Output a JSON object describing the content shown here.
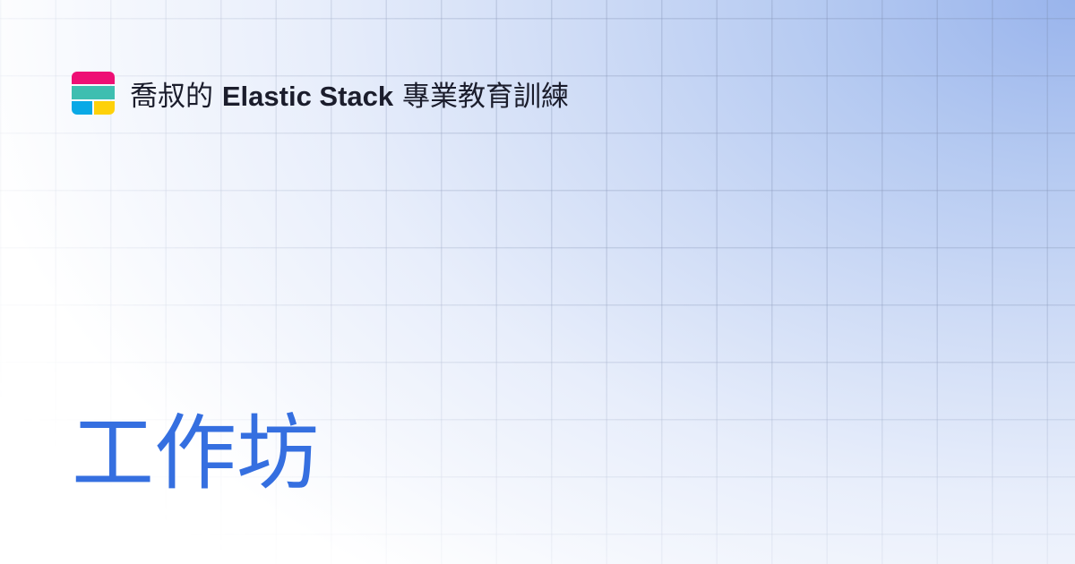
{
  "header": {
    "logo": {
      "name": "stack-logo-icon",
      "colors": {
        "top": "#ee0f74",
        "middle": "#3ebeb0",
        "bottom_left": "#0aa9e6",
        "bottom_right": "#fed10a"
      }
    },
    "title_prefix": "喬叔的 ",
    "title_bold": "Elastic Stack",
    "title_suffix": " 專業教育訓練"
  },
  "main": {
    "headline": "工作坊"
  },
  "colors": {
    "headline": "#356fe0",
    "title_text": "#1b1d2c",
    "gradient_top_right": "#99b4ec",
    "background": "#ffffff"
  }
}
